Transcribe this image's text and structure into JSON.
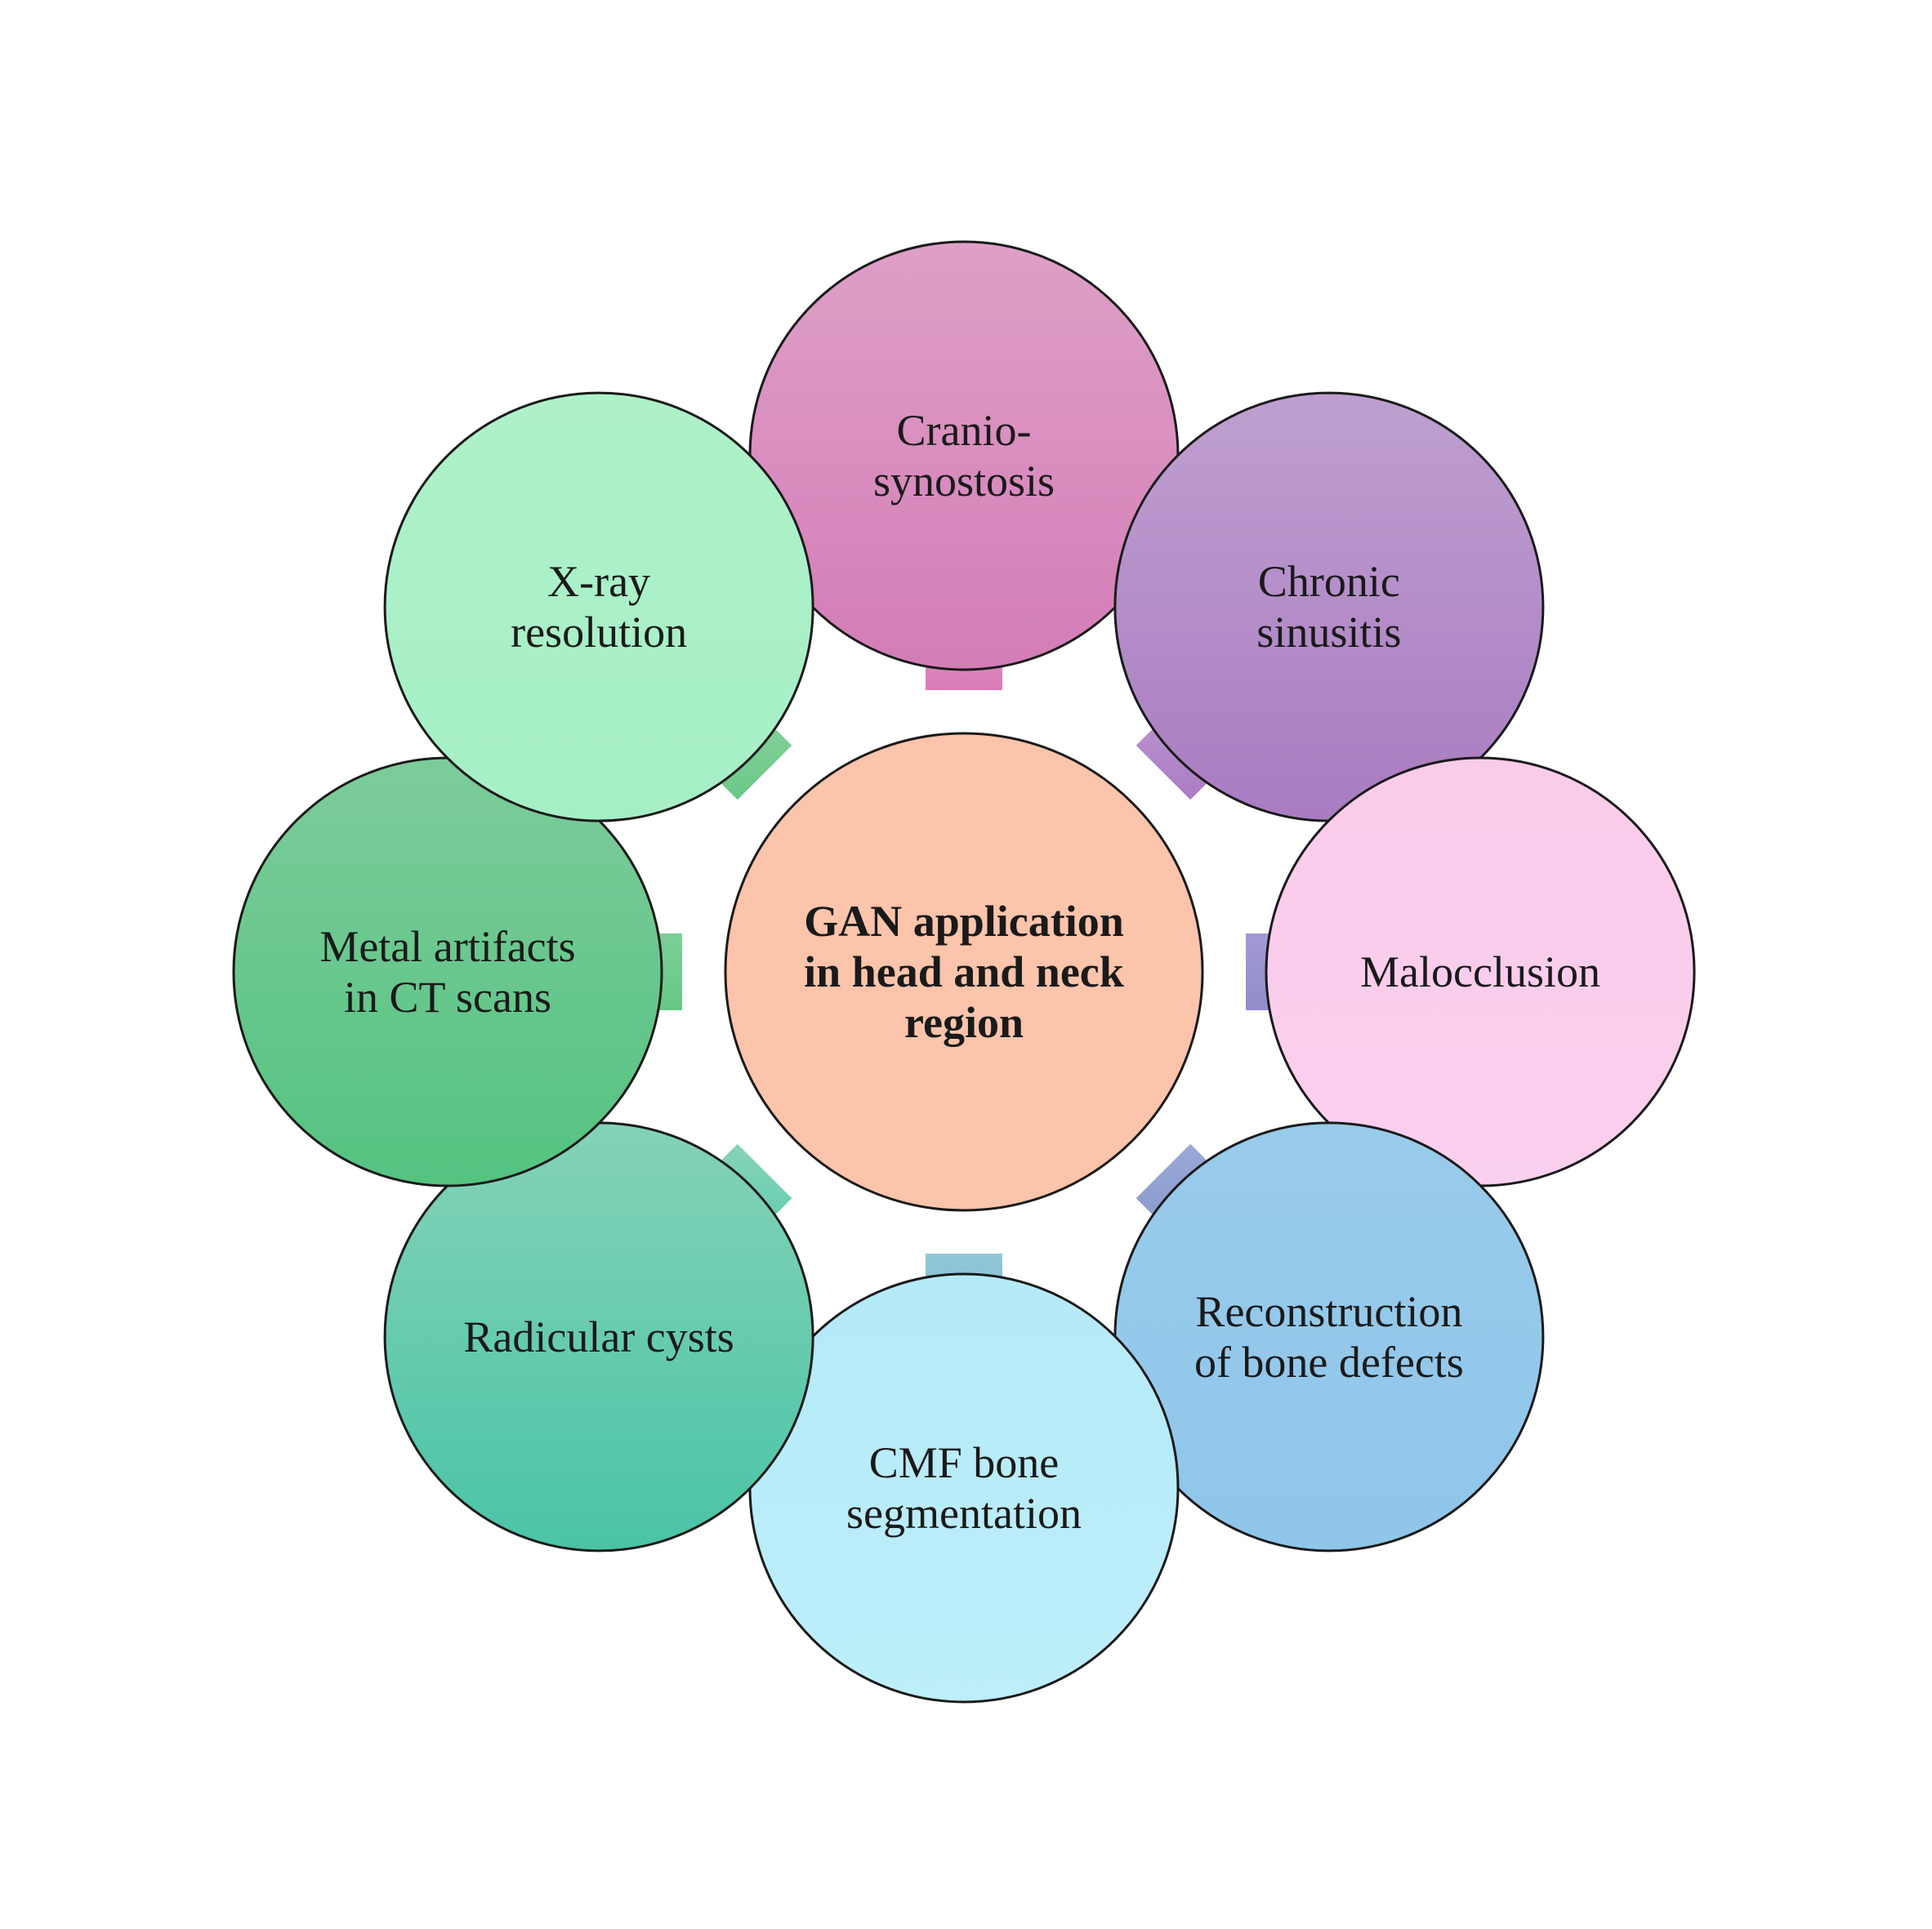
{
  "center": {
    "lines": [
      "GAN application",
      "in head and neck",
      "region"
    ],
    "color": "#FCC4AA"
  },
  "nodes": [
    {
      "id": "craniosynostosis",
      "lines": [
        "Cranio-",
        "synostosis"
      ],
      "gradient": [
        "#DE9FC7",
        "#D47DB7"
      ],
      "arrow": "up"
    },
    {
      "id": "chronic-sinusitis",
      "lines": [
        "Chronic",
        "sinusitis"
      ],
      "gradient": [
        "#BF9FD0",
        "#A97CC1"
      ],
      "arrow": "up-right"
    },
    {
      "id": "malocclusion",
      "lines": [
        "Malocclusion"
      ],
      "gradient": [
        "#FBCBEA",
        "#FBCFEE"
      ],
      "arrow": "right"
    },
    {
      "id": "reconstruction-of-bone-defects",
      "lines": [
        "Reconstruction",
        "of bone defects"
      ],
      "gradient": [
        "#99CBEA",
        "#8FC6EA"
      ],
      "arrow": "down-right"
    },
    {
      "id": "cmf-bone-segmentation",
      "lines": [
        "CMF bone",
        "segmentation"
      ],
      "gradient": [
        "#B5EAF8",
        "#BDEEFA"
      ],
      "arrow": "down"
    },
    {
      "id": "radicular-cysts",
      "lines": [
        "Radicular  cysts"
      ],
      "gradient": [
        "#84D2B8",
        "#4AC4A5"
      ],
      "arrow": "down-left"
    },
    {
      "id": "metal-artifacts-in-ct-scans",
      "lines": [
        "Metal  artifacts",
        "in CT scans"
      ],
      "gradient": [
        "#7DCC9A",
        "#54C380"
      ],
      "arrow": "left"
    },
    {
      "id": "x-ray-resolution",
      "lines": [
        "X-ray",
        "resolution"
      ],
      "gradient": [
        "#AEF1C9",
        "#A6EFC6"
      ],
      "arrow": "up-left"
    }
  ],
  "arrows": {
    "up": [
      "#E3A5CF",
      "#D87DB9"
    ],
    "up-right": [
      "#C3A3D7",
      "#AC7CC4"
    ],
    "right": [
      "#AAA0DA",
      "#8986C6"
    ],
    "down-right": [
      "#9BA9D9",
      "#7B8EC6"
    ],
    "down": [
      "#92C7D6",
      "#6BB4C9"
    ],
    "down-left": [
      "#86D3B8",
      "#4CC8AA"
    ],
    "left": [
      "#86D39F",
      "#5BC47E"
    ],
    "up-left": [
      "#97D9A6",
      "#6BC889"
    ]
  }
}
